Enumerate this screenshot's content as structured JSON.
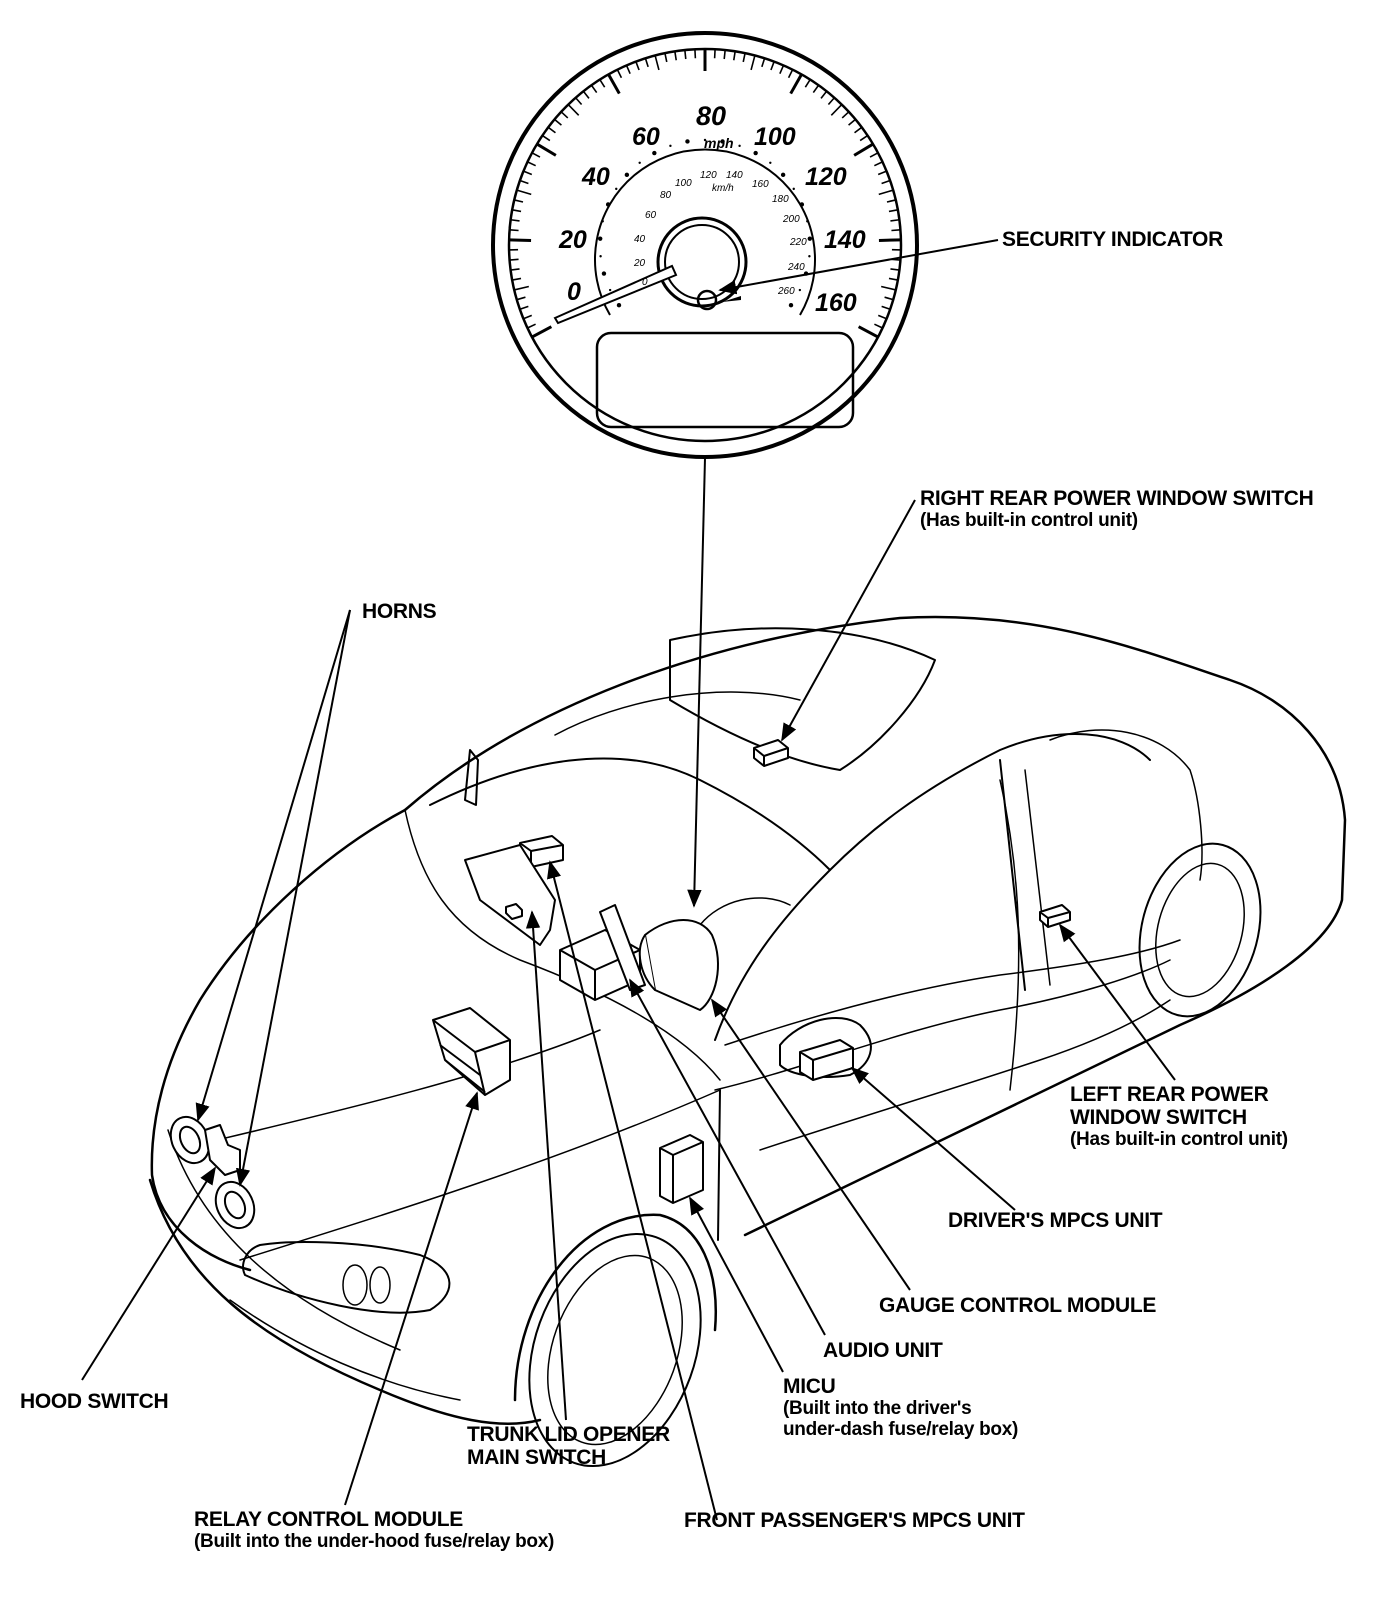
{
  "gauge": {
    "mph_ticks": [
      "0",
      "20",
      "40",
      "60",
      "80",
      "100",
      "120",
      "140",
      "160"
    ],
    "unit_mph": "mph",
    "kmh_ticks": [
      "0",
      "20",
      "40",
      "60",
      "80",
      "100",
      "120",
      "140",
      "160",
      "180",
      "200",
      "220",
      "240",
      "260"
    ],
    "unit_kmh": "km/h"
  },
  "labels": {
    "security_indicator": "SECURITY INDICATOR",
    "right_rear_switch": "RIGHT REAR POWER WINDOW SWITCH",
    "right_rear_switch_sub": "(Has built-in control unit)",
    "horns": "HORNS",
    "left_rear_switch_1": "LEFT REAR POWER",
    "left_rear_switch_2": "WINDOW SWITCH",
    "left_rear_switch_sub": "(Has built-in control unit)",
    "drivers_mpcs": "DRIVER'S MPCS UNIT",
    "gauge_control": "GAUGE CONTROL MODULE",
    "audio_unit": "AUDIO UNIT",
    "micu": "MICU",
    "micu_sub_1": "(Built into the driver's",
    "micu_sub_2": "under-dash fuse/relay box)",
    "hood_switch": "HOOD SWITCH",
    "trunk_opener_1": "TRUNK LID OPENER",
    "trunk_opener_2": "MAIN SWITCH",
    "relay_control": "RELAY CONTROL MODULE",
    "relay_control_sub": "(Built into the under-hood fuse/relay box)",
    "front_pass_mpcs": "FRONT PASSENGER'S MPCS UNIT"
  }
}
